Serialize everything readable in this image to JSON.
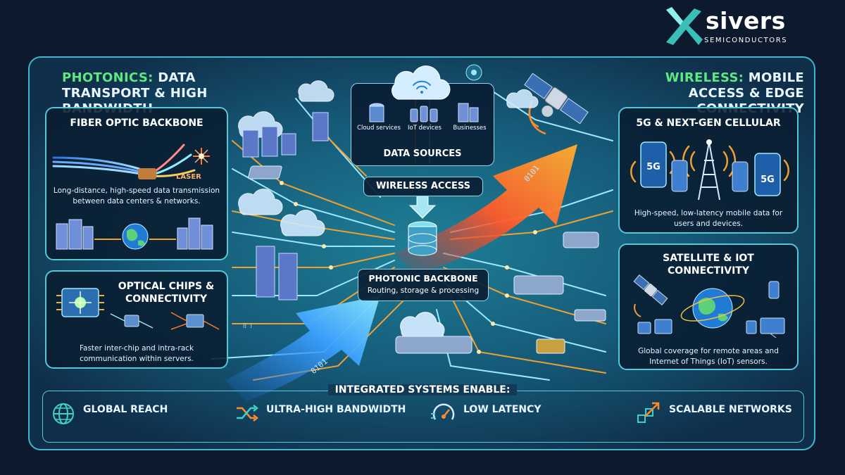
{
  "brand": {
    "name": "sivers",
    "subtitle": "SEMICONDUCTORS",
    "accent_color": "#3fd0c8"
  },
  "photonics": {
    "title_accent": "PHOTONICS:",
    "title_rest": "DATA TRANSPORT & HIGH BANDWIDTH",
    "fiber_panel": {
      "title": "FIBER OPTIC BACKBONE",
      "laser_label": "LASER",
      "description": "Long-distance, high-speed data transmission between data centers & networks."
    },
    "chips_panel": {
      "title": "OPTICAL CHIPS & CONNECTIVITY",
      "description": "Faster inter-chip and intra-rack communication within servers."
    }
  },
  "center": {
    "data_sources": {
      "title": "DATA SOURCES",
      "items": [
        "Cloud services",
        "IoT devices",
        "Businesses"
      ]
    },
    "wireless_access": "WIRELESS ACCESS",
    "photonic_backbone": {
      "title": "PHOTONIC BACKBONE",
      "subtitle": "Routing, storage & processing"
    },
    "binary_text": [
      "0101",
      "0101"
    ]
  },
  "wireless": {
    "title_accent": "WIRELESS:",
    "title_rest": "MOBILE ACCESS & EDGE CONNECTIVITY",
    "cellular_panel": {
      "title": "5G & NEXT-GEN CELLULAR",
      "badge": "5G",
      "description": "High-speed, low-latency mobile data for users and devices."
    },
    "satellite_panel": {
      "title": "SATELLITE & IoT CONNECTIVITY",
      "description": "Global coverage for remote areas and Internet of Things (IoT) sensors."
    }
  },
  "integrated": {
    "title": "INTEGRATED SYSTEMS ENABLE:",
    "features": [
      {
        "label": "GLOBAL REACH",
        "icon": "globe-icon"
      },
      {
        "label": "ULTRA-HIGH BANDWIDTH",
        "icon": "shuffle-arrows-icon"
      },
      {
        "label": "LOW LATENCY",
        "icon": "speedometer-icon"
      },
      {
        "label": "SCALABLE NETWORKS",
        "icon": "scale-arrow-icon"
      }
    ]
  },
  "colors": {
    "background": "#0d1a2e",
    "frame": "#3fb6c9",
    "accent_green": "#5ee87f",
    "arrow_orange": "#ff7a2a",
    "arrow_blue": "#5ad2ff"
  }
}
